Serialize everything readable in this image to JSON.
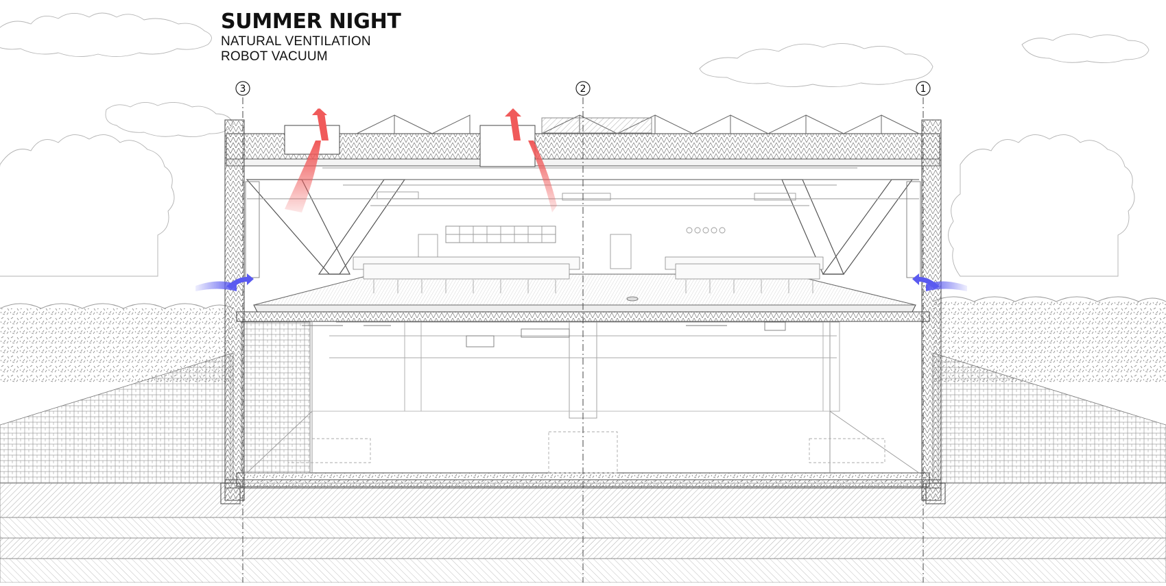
{
  "header": {
    "title": "SUMMER NIGHT",
    "subtitle_lines": [
      "NATURAL VENTILATION",
      "ROBOT VACUUM"
    ]
  },
  "grid_axes": [
    {
      "label": "3"
    },
    {
      "label": "2"
    },
    {
      "label": "1"
    }
  ],
  "airflow": {
    "exhaust_color": "#f05a5a",
    "intake_color": "#5a5af0",
    "exhaust_label_icon": "hot-air-exhaust-arrow",
    "intake_label_icon": "cool-air-intake-arrow"
  },
  "colors": {
    "line": "#555555",
    "light_line": "#9a9a9a",
    "hatch": "#8a8a8a",
    "background": "#ffffff"
  }
}
